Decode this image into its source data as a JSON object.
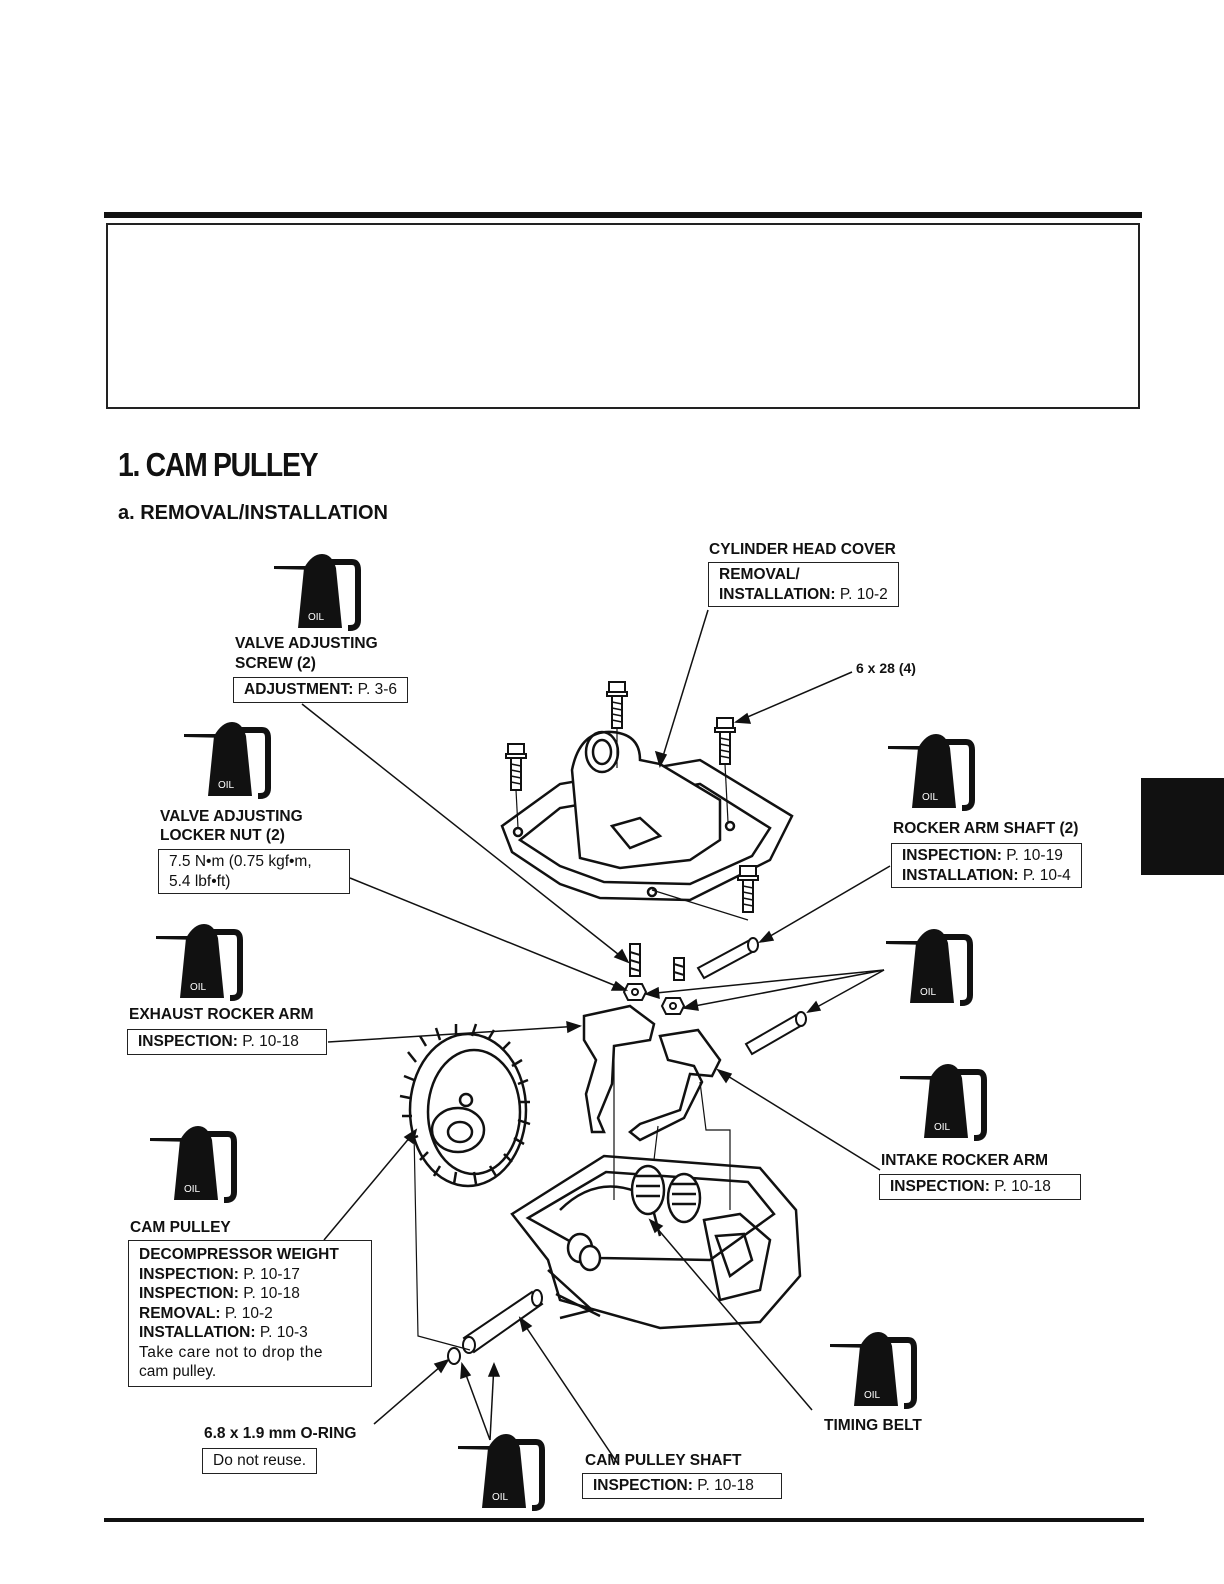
{
  "section": {
    "number_title": "1. CAM PULLEY",
    "subsection": "a. REMOVAL/INSTALLATION"
  },
  "callouts": {
    "cylinder_head_cover": {
      "label": "CYLINDER HEAD COVER",
      "line1": "REMOVAL/",
      "line2_label": "INSTALLATION:",
      "line2_ref": " P. 10-2"
    },
    "bolt_size": {
      "label": "6 x 28 (4)"
    },
    "valve_adjusting_screw": {
      "label_line1": "VALVE ADJUSTING",
      "label_line2": "SCREW (2)",
      "box_label": "ADJUSTMENT:",
      "box_ref": " P. 3-6"
    },
    "valve_adjusting_locker_nut": {
      "label_line1": "VALVE ADJUSTING",
      "label_line2": "LOCKER NUT (2)",
      "torque_line1": "7.5 N•m (0.75 kgf•m,",
      "torque_line2": "5.4 lbf•ft)"
    },
    "rocker_arm_shaft": {
      "label": "ROCKER ARM SHAFT (2)",
      "inspection_label": "INSPECTION:",
      "inspection_ref": " P. 10-19",
      "installation_label": "INSTALLATION:",
      "installation_ref": " P. 10-4"
    },
    "exhaust_rocker_arm": {
      "label": "EXHAUST ROCKER ARM",
      "inspection_label": "INSPECTION:",
      "inspection_ref": " P. 10-18"
    },
    "intake_rocker_arm": {
      "label": "INTAKE ROCKER ARM",
      "inspection_label": "INSPECTION:",
      "inspection_ref": " P. 10-18"
    },
    "cam_pulley": {
      "label": "CAM PULLEY",
      "line1": "DECOMPRESSOR WEIGHT",
      "line2_label": "INSPECTION:",
      "line2_ref": " P. 10-17",
      "line3_label": "INSPECTION:",
      "line3_ref": " P. 10-18",
      "line4_label": "REMOVAL:",
      "line4_ref": " P. 10-2",
      "line5_label": "INSTALLATION:",
      "line5_ref": " P. 10-3",
      "note_line1": "Take care not to drop the",
      "note_line2": "cam pulley."
    },
    "timing_belt": {
      "label": "TIMING BELT"
    },
    "o_ring": {
      "label": "6.8 x 1.9 mm O-RING",
      "note": "Do not reuse."
    },
    "cam_pulley_shaft": {
      "label": "CAM PULLEY SHAFT",
      "inspection_label": "INSPECTION:",
      "inspection_ref": " P. 10-18"
    }
  },
  "oil_can_text": "OIL",
  "colors": {
    "ink": "#111111",
    "paper": "#ffffff"
  }
}
